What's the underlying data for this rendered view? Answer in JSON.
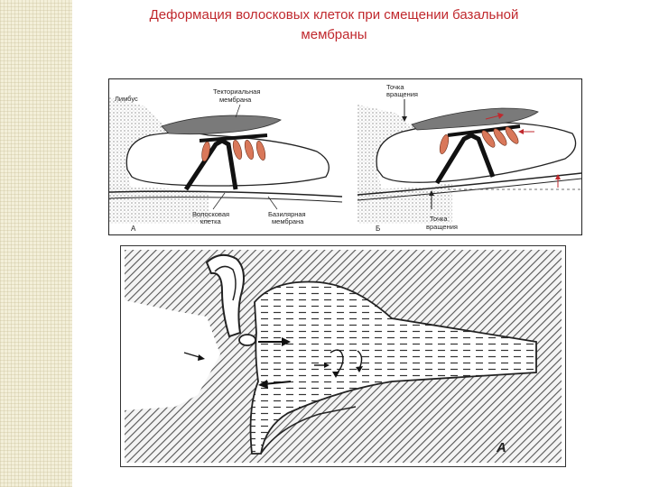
{
  "page": {
    "title_line1": "Деформация волосковых клеток при смещении базальной",
    "title_line2": "мембраны"
  },
  "figure_top": {
    "panel_a": {
      "limbus": "Лимбус",
      "tectorial_line1": "Текториальная",
      "tectorial_line2": "мембрана",
      "hair_cell_line1": "Волосковая",
      "hair_cell_line2": "клетка",
      "basilar_line1": "Базилярная",
      "basilar_line2": "мембрана",
      "letter": "А"
    },
    "panel_b": {
      "pivot_top_line1": "Точка",
      "pivot_top_line2": "вращения",
      "pivot_bottom_line1": "Точка",
      "pivot_bottom_line2": "вращения",
      "letter": "Б"
    }
  },
  "figure_bottom": {
    "letter": "А"
  },
  "colors": {
    "title": "#c0282d",
    "tectorial": "#7a7a7a",
    "hair_cells": "#d9785a",
    "cell_body": "#111111"
  }
}
